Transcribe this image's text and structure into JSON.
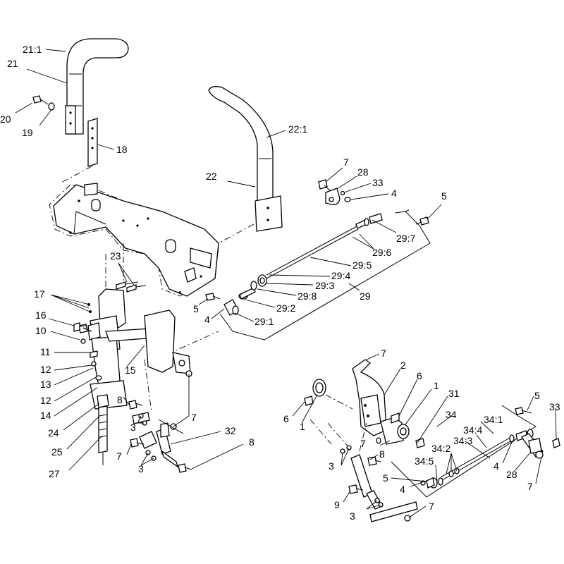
{
  "callouts": [
    {
      "id": "c-21-1",
      "text": "21:1"
    },
    {
      "id": "c-21",
      "text": "21"
    },
    {
      "id": "c-20",
      "text": "20"
    },
    {
      "id": "c-19",
      "text": "19"
    },
    {
      "id": "c-18",
      "text": "18"
    },
    {
      "id": "c-22-1",
      "text": "22:1"
    },
    {
      "id": "c-22",
      "text": "22"
    },
    {
      "id": "c-7a",
      "text": "7"
    },
    {
      "id": "c-28a",
      "text": "28"
    },
    {
      "id": "c-33a",
      "text": "33"
    },
    {
      "id": "c-4a",
      "text": "4"
    },
    {
      "id": "c-5a",
      "text": "5"
    },
    {
      "id": "c-29-7",
      "text": "29:7"
    },
    {
      "id": "c-29-6",
      "text": "29:6"
    },
    {
      "id": "c-29-5",
      "text": "29:5"
    },
    {
      "id": "c-29-4",
      "text": "29:4"
    },
    {
      "id": "c-29-3",
      "text": "29:3"
    },
    {
      "id": "c-29-8",
      "text": "29:8"
    },
    {
      "id": "c-29",
      "text": "29"
    },
    {
      "id": "c-29-2",
      "text": "29:2"
    },
    {
      "id": "c-29-1",
      "text": "29:1"
    },
    {
      "id": "c-5b",
      "text": "5"
    },
    {
      "id": "c-4b",
      "text": "4"
    },
    {
      "id": "c-23",
      "text": "23"
    },
    {
      "id": "c-17",
      "text": "17"
    },
    {
      "id": "c-16",
      "text": "16"
    },
    {
      "id": "c-10",
      "text": "10"
    },
    {
      "id": "c-11",
      "text": "11"
    },
    {
      "id": "c-12a",
      "text": "12"
    },
    {
      "id": "c-13",
      "text": "13"
    },
    {
      "id": "c-12b",
      "text": "12"
    },
    {
      "id": "c-14",
      "text": "14"
    },
    {
      "id": "c-15",
      "text": "15"
    },
    {
      "id": "c-24",
      "text": "24"
    },
    {
      "id": "c-25",
      "text": "25"
    },
    {
      "id": "c-27",
      "text": "27"
    },
    {
      "id": "c-8a",
      "text": "8"
    },
    {
      "id": "c-3a",
      "text": "3"
    },
    {
      "id": "c-7b",
      "text": "7"
    },
    {
      "id": "c-32",
      "text": "32"
    },
    {
      "id": "c-7c",
      "text": "7"
    },
    {
      "id": "c-3b",
      "text": "3"
    },
    {
      "id": "c-8b",
      "text": "8"
    },
    {
      "id": "c-7d",
      "text": "7"
    },
    {
      "id": "c-2",
      "text": "2"
    },
    {
      "id": "c-6a",
      "text": "6"
    },
    {
      "id": "c-1a",
      "text": "1"
    },
    {
      "id": "c-31",
      "text": "31"
    },
    {
      "id": "c-6b",
      "text": "6"
    },
    {
      "id": "c-1b",
      "text": "1"
    },
    {
      "id": "c-34",
      "text": "34"
    },
    {
      "id": "c-5c",
      "text": "5"
    },
    {
      "id": "c-33b",
      "text": "33"
    },
    {
      "id": "c-34-1",
      "text": "34:1"
    },
    {
      "id": "c-34-4",
      "text": "34:4"
    },
    {
      "id": "c-34-3",
      "text": "34:3"
    },
    {
      "id": "c-34-2",
      "text": "34:2"
    },
    {
      "id": "c-34-5",
      "text": "34:5"
    },
    {
      "id": "c-7e",
      "text": "7"
    },
    {
      "id": "c-8c",
      "text": "8"
    },
    {
      "id": "c-3c",
      "text": "3"
    },
    {
      "id": "c-5d",
      "text": "5"
    },
    {
      "id": "c-4c",
      "text": "4"
    },
    {
      "id": "c-4d",
      "text": "4"
    },
    {
      "id": "c-28b",
      "text": "28"
    },
    {
      "id": "c-7f",
      "text": "7"
    },
    {
      "id": "c-9",
      "text": "9"
    },
    {
      "id": "c-3d",
      "text": "3"
    },
    {
      "id": "c-7g",
      "text": "7"
    }
  ]
}
